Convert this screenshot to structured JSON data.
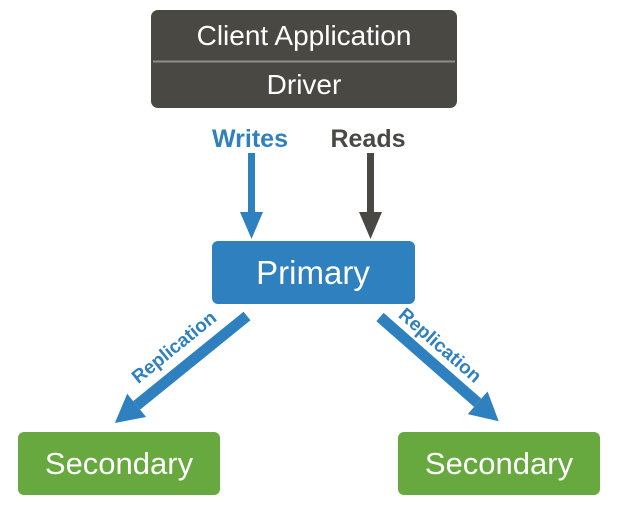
{
  "colors": {
    "background": "#ffffff",
    "dark_gray": "#4a4843",
    "divider_gray": "#908e8a",
    "blue": "#2e80bf",
    "green": "#67a83f",
    "white_text": "#ffffff"
  },
  "nodes": {
    "client_application": {
      "label": "Client Application"
    },
    "driver": {
      "label": "Driver"
    },
    "primary": {
      "label": "Primary"
    },
    "secondary_left": {
      "label": "Secondary"
    },
    "secondary_right": {
      "label": "Secondary"
    }
  },
  "edges": {
    "writes": {
      "label": "Writes"
    },
    "reads": {
      "label": "Reads"
    },
    "replication_left": {
      "label": "Replication"
    },
    "replication_right": {
      "label": "Replication"
    }
  }
}
